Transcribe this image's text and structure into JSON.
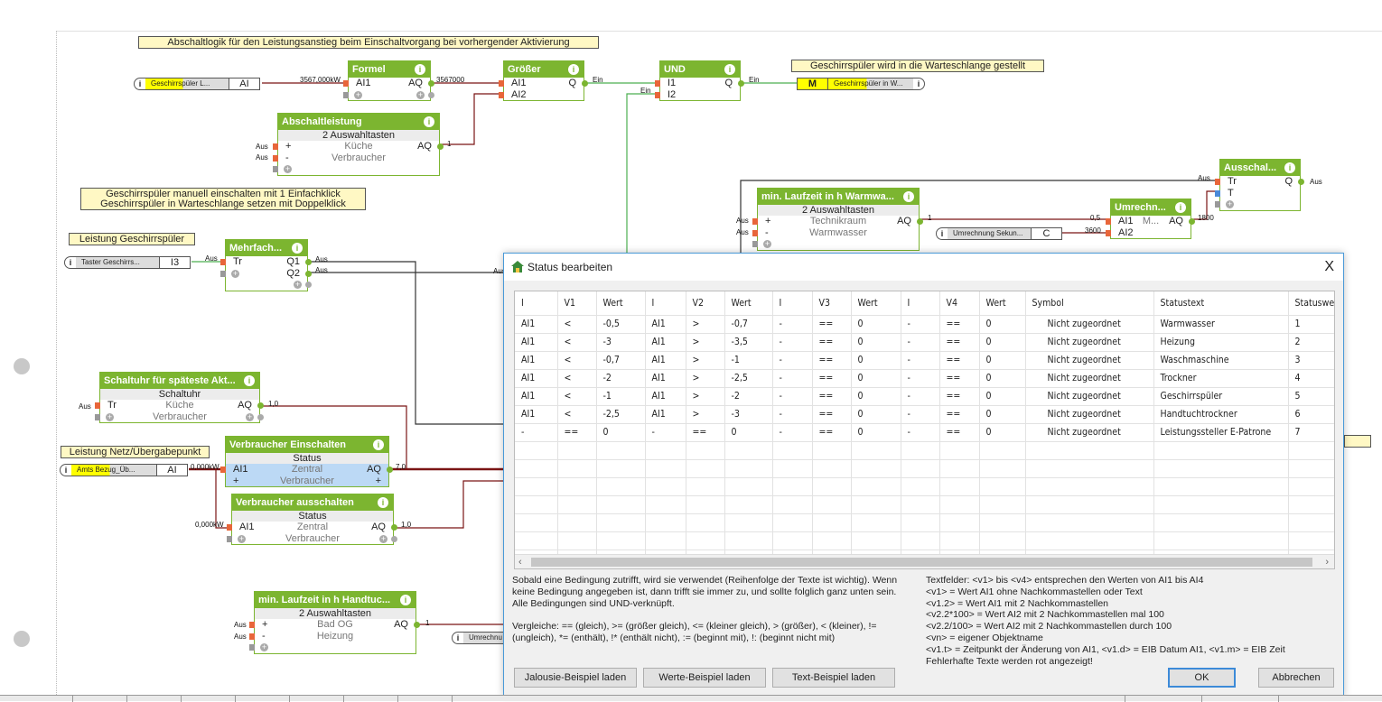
{
  "comments": {
    "abschaltlogik": "Abschaltlogik für den Leistungsanstieg beim Einschaltvorgang bei vorhergender Aktivierung",
    "warteschlange": "Geschirrspüler wird in die Warteschlange gestellt",
    "manuell_1": "Geschirrspüler manuell einschalten mit 1 Einfachklick",
    "manuell_2": "Geschirrspüler in Warteschlange setzen mit Doppelklick",
    "leistung_gs": "Leistung Geschirrspüler",
    "leistung_netz": "Leistung Netz/Übergabepunkt"
  },
  "io": {
    "gs_leistung": {
      "info": "i",
      "label": "Geschirrspüler L...",
      "type": "AI"
    },
    "taster": {
      "info": "i",
      "label": "Taster Geschirrs...",
      "type": "I3"
    },
    "amts": {
      "info": "i",
      "label": "Amts Bezug_Üb...",
      "type": "AI"
    },
    "gs_warteschlange": {
      "info": "i",
      "label": "Geschirrspüler in W...",
      "type": "M"
    },
    "umrechnung_sek": {
      "info": "i",
      "label": "Umrechnung Sekun...",
      "type": "C"
    },
    "umrechnu": {
      "info": "i",
      "label": "Umrechnu",
      "type": ""
    }
  },
  "blocks": {
    "formel": {
      "title": "Formel",
      "rows": [
        [
          "AI1",
          "",
          "AQ"
        ],
        [
          "",
          "",
          ""
        ]
      ]
    },
    "groesser": {
      "title": "Größer",
      "rows": [
        [
          "AI1",
          "",
          "Q"
        ],
        [
          "AI2",
          "",
          ""
        ]
      ]
    },
    "und": {
      "title": "UND",
      "rows": [
        [
          "I1",
          "",
          "Q"
        ],
        [
          "I2",
          "",
          ""
        ]
      ]
    },
    "abschaltleistung": {
      "title": "Abschaltleistung",
      "subtitle": "2 Auswahltasten",
      "rows": [
        [
          "+",
          "Küche",
          "AQ"
        ],
        [
          "-",
          "Verbraucher",
          ""
        ],
        [
          "",
          "",
          ""
        ]
      ]
    },
    "mehrfach": {
      "title": "Mehrfach...",
      "rows": [
        [
          "Tr",
          "",
          "Q1"
        ],
        [
          "",
          "",
          "Q2"
        ],
        [
          "",
          "",
          ""
        ]
      ]
    },
    "ausschal": {
      "title": "Ausschal...",
      "rows": [
        [
          "Tr",
          "",
          "Q"
        ],
        [
          "T",
          "",
          ""
        ],
        [
          "",
          "",
          ""
        ]
      ]
    },
    "warmwa": {
      "title": "min. Laufzeit in h Warmwa...",
      "subtitle": "2 Auswahltasten",
      "rows": [
        [
          "+",
          "Technikraum",
          "AQ"
        ],
        [
          "-",
          "Warmwasser",
          ""
        ],
        [
          "",
          "",
          ""
        ]
      ]
    },
    "umrechn": {
      "title": "Umrechn...",
      "rows": [
        [
          "AI1",
          "M...",
          "AQ"
        ],
        [
          "AI2",
          "",
          ""
        ]
      ]
    },
    "schaltuhr": {
      "title": "Schaltuhr für späteste Akt...",
      "subtitle": "Schaltuhr",
      "rows": [
        [
          "Tr",
          "Küche",
          "AQ"
        ],
        [
          "",
          "Verbraucher",
          ""
        ]
      ]
    },
    "verb_ein": {
      "title": "Verbraucher Einschalten",
      "subtitle": "Status",
      "rows": [
        [
          "AI1",
          "Zentral",
          "AQ"
        ],
        [
          "+",
          "Verbraucher",
          "+"
        ]
      ]
    },
    "verb_aus": {
      "title": "Verbraucher ausschalten",
      "subtitle": "Status",
      "rows": [
        [
          "AI1",
          "Zentral",
          "AQ"
        ],
        [
          "",
          "Verbraucher",
          ""
        ]
      ]
    },
    "handtuc": {
      "title": "min. Laufzeit in h Handtuc...",
      "subtitle": "2 Auswahltasten",
      "rows": [
        [
          "+",
          "Bad OG",
          "AQ"
        ],
        [
          "-",
          "Heizung",
          ""
        ],
        [
          "",
          "",
          ""
        ]
      ]
    }
  },
  "wire_labels": [
    "3567,000kW",
    "3567000",
    "1",
    "Ein",
    "Ein",
    "Ein",
    "Aus",
    "Aus",
    "Aus",
    "Aus",
    "Aus",
    "Aus",
    "1",
    "0,5",
    "3600",
    "1800",
    "Aus",
    "Aus",
    "Aus",
    "Aus",
    "Aus",
    "1,0",
    "0,000kW",
    "7,0",
    "0,000kW",
    "1,0",
    "Aus",
    "Aus",
    "1",
    "Aus",
    "Aus"
  ],
  "colors": {
    "block_green": "#7cb530",
    "wire_analog": "#7a1414",
    "wire_binary": "#4caf50",
    "dialog_border": "#4a9ad8"
  },
  "dialog": {
    "title": "Status bearbeiten",
    "close": "X",
    "columns": [
      "I",
      "V1",
      "Wert",
      "I",
      "V2",
      "Wert",
      "I",
      "V3",
      "Wert",
      "I",
      "V4",
      "Wert",
      "Symbol",
      "Statustext",
      "Statuswe"
    ],
    "rows": [
      [
        "AI1",
        "<",
        "-0,5",
        "AI1",
        ">",
        "-0,7",
        "-",
        "==",
        "0",
        "-",
        "==",
        "0",
        "Nicht zugeordnet",
        "Warmwasser",
        "1"
      ],
      [
        "AI1",
        "<",
        "-3",
        "AI1",
        ">",
        "-3,5",
        "-",
        "==",
        "0",
        "-",
        "==",
        "0",
        "Nicht zugeordnet",
        "Heizung",
        "2"
      ],
      [
        "AI1",
        "<",
        "-0,7",
        "AI1",
        ">",
        "-1",
        "-",
        "==",
        "0",
        "-",
        "==",
        "0",
        "Nicht zugeordnet",
        "Waschmaschine",
        "3"
      ],
      [
        "AI1",
        "<",
        "-2",
        "AI1",
        ">",
        "-2,5",
        "-",
        "==",
        "0",
        "-",
        "==",
        "0",
        "Nicht zugeordnet",
        "Trockner",
        "4"
      ],
      [
        "AI1",
        "<",
        "-1",
        "AI1",
        ">",
        "-2",
        "-",
        "==",
        "0",
        "-",
        "==",
        "0",
        "Nicht zugeordnet",
        "Geschirrspüler",
        "5"
      ],
      [
        "AI1",
        "<",
        "-2,5",
        "AI1",
        ">",
        "-3",
        "-",
        "==",
        "0",
        "-",
        "==",
        "0",
        "Nicht zugeordnet",
        "Handtuchtrockner",
        "6"
      ],
      [
        "-",
        "==",
        "0",
        "-",
        "==",
        "0",
        "-",
        "==",
        "0",
        "-",
        "==",
        "0",
        "Nicht zugeordnet",
        "Leistungssteller E-Patrone",
        "7"
      ]
    ],
    "help_left": "Sobald eine Bedingung zutrifft, wird sie verwendet (Reihenfolge der Texte ist wichtig). Wenn\nkeine Bedingung angegeben ist, dann trifft sie immer zu, und sollte folglich ganz unten sein.\nAlle Bedingungen sind UND-verknüpft.\n\nVergleiche: == (gleich), >= (größer gleich), <= (kleiner gleich), > (größer), < (kleiner), !=\n(ungleich), *= (enthält), !* (enthält nicht), := (beginnt mit), !: (beginnt nicht mit)",
    "help_right": "Textfelder: <v1> bis <v4> entsprechen den Werten von AI1 bis AI4\n<v1> = Wert AI1 ohne Nachkommastellen oder Text\n<v1.2> = Wert AI1 mit 2 Nachkommastellen\n<v2.2*100> = Wert AI2 mit 2 Nachkommastellen mal 100\n<v2.2/100> = Wert AI2 mit 2 Nachkommastellen durch 100\n<vn> = eigener Objektname\n<v1.t> = Zeitpunkt der Änderung von AI1, <v1.d> = EIB Datum AI1, <v1.m> = EIB Zeit\nFehlerhafte Texte werden rot angezeigt!",
    "buttons": {
      "jalousie": "Jalousie-Beispiel laden",
      "werte": "Werte-Beispiel laden",
      "text": "Text-Beispiel laden",
      "ok": "OK",
      "cancel": "Abbrechen"
    }
  }
}
